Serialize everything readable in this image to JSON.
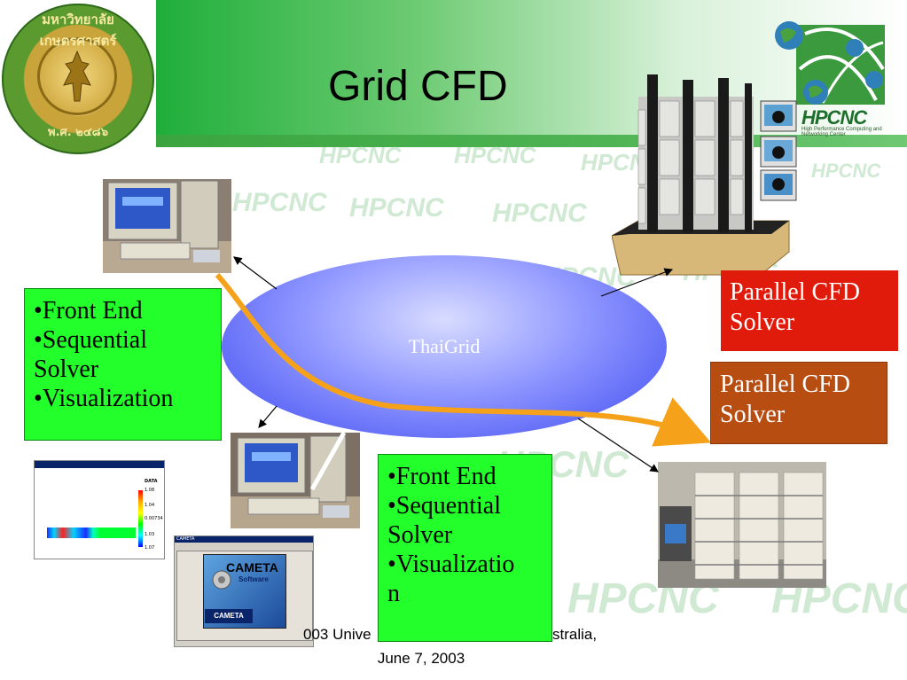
{
  "slide": {
    "title": "Grid CFD",
    "university_seal_top_text": "มหาวิทยาลัยเกษตรศาสตร์",
    "university_seal_bottom_text": "พ.ศ. ๒๔๘๖",
    "logo": {
      "text": "HPCNC",
      "subtitle": "High Performance Computing and Networking Center"
    },
    "watermark_text": "HPCNC"
  },
  "grid": {
    "label": "ThaiGrid"
  },
  "front_end_box_left": {
    "items": [
      "•Front End",
      "•Sequential",
      "Solver",
      "•Visualization"
    ]
  },
  "front_end_box_bottom": {
    "items": [
      "•Front End",
      "•Sequential",
      "Solver",
      "•Visualizatio",
      "n"
    ]
  },
  "parallel_solver_red": {
    "lines": [
      "Parallel CFD",
      "Solver"
    ]
  },
  "parallel_solver_brown": {
    "lines": [
      "Parallel CFD",
      "Solver"
    ]
  },
  "visualization_window": {
    "legend_title": "DATA",
    "legend_ticks": [
      "1.08",
      "1.04",
      "0.00734",
      "1.03",
      "1.07"
    ]
  },
  "cameta_window": {
    "title": "CAMETA",
    "splash_title": "CAMETA",
    "splash_subtitle": "Software"
  },
  "footer": {
    "line1": "003 Unive",
    "line1_right": "stralia,",
    "line2": "June 7, 2003"
  },
  "colors": {
    "banner_green": "#1fae3a",
    "ellipse_blue": "#3d49f0",
    "green_box": "#22ff2a",
    "red_box": "#e01b0b",
    "brown_box": "#b84d12",
    "flow_arrow": "#f5a11a"
  }
}
